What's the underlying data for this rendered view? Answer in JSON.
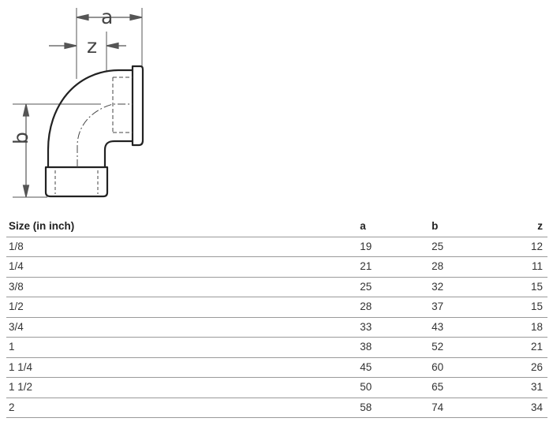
{
  "diagram": {
    "labels": {
      "a": "a",
      "z": "z",
      "b": "b"
    }
  },
  "table": {
    "headers": [
      "Size (in inch)",
      "a",
      "b",
      "z"
    ],
    "rows": [
      [
        "1/8",
        "19",
        "25",
        "12"
      ],
      [
        "1/4",
        "21",
        "28",
        "11"
      ],
      [
        "3/8",
        "25",
        "32",
        "15"
      ],
      [
        "1/2",
        "28",
        "37",
        "15"
      ],
      [
        "3/4",
        "33",
        "43",
        "18"
      ],
      [
        "1",
        "38",
        "52",
        "21"
      ],
      [
        "1 1/4",
        "45",
        "60",
        "26"
      ],
      [
        "1 1/2",
        "50",
        "65",
        "31"
      ],
      [
        "2",
        "58",
        "74",
        "34"
      ]
    ]
  }
}
